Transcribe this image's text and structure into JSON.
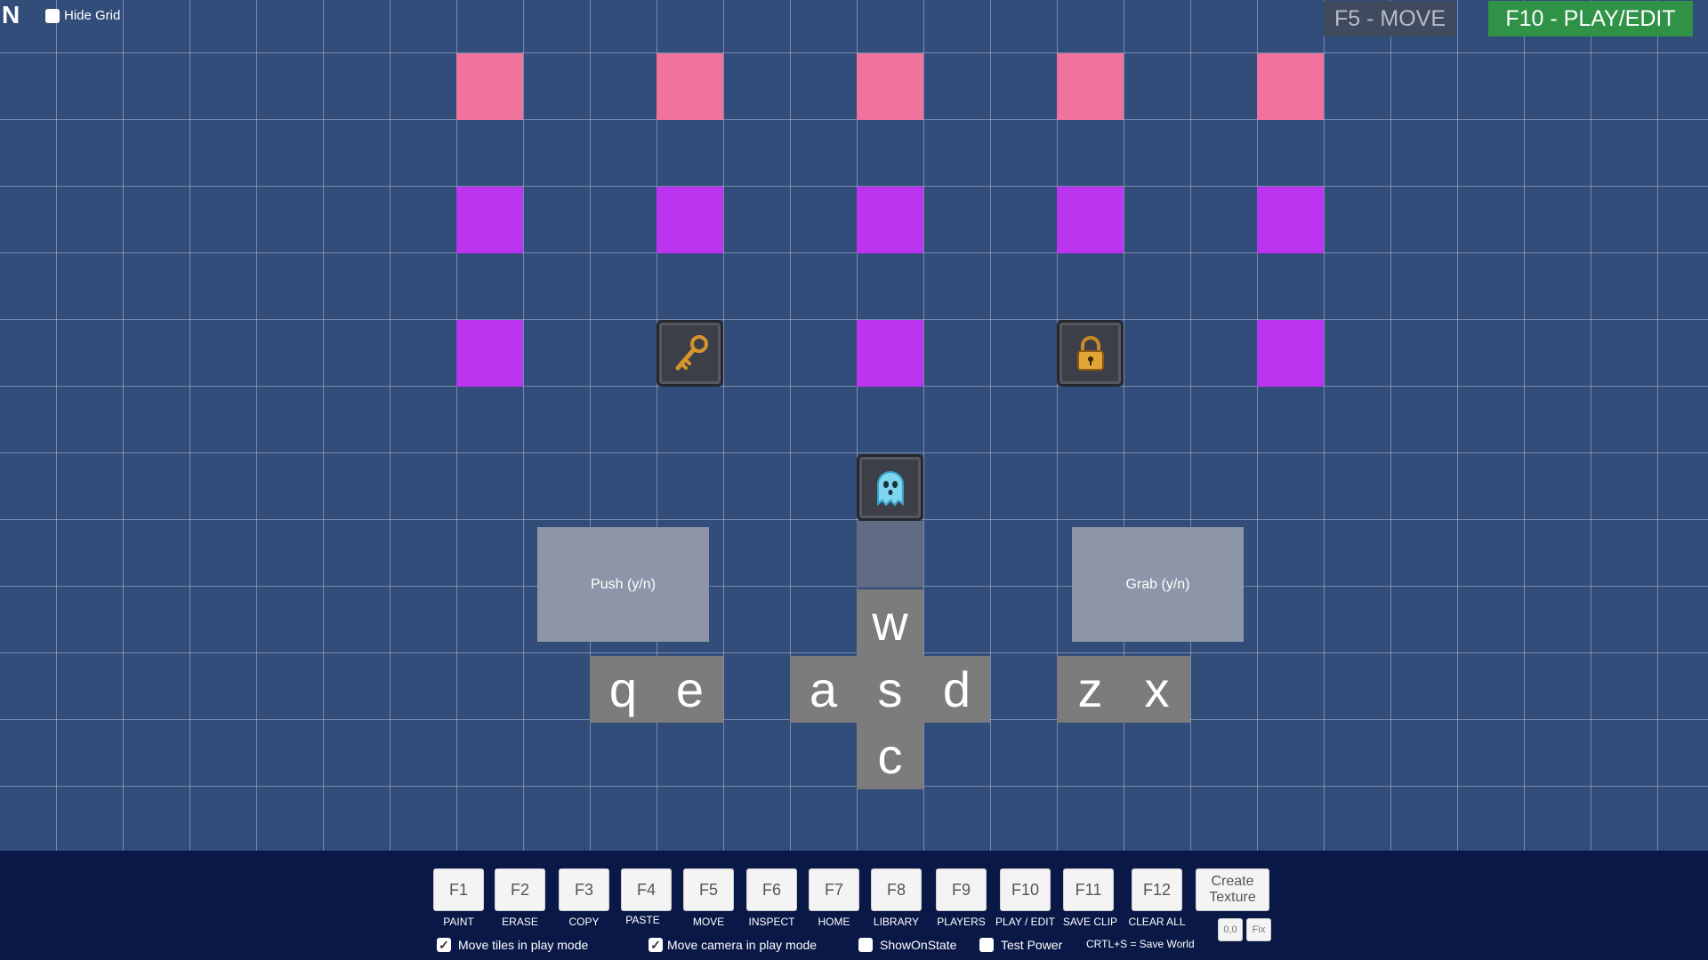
{
  "header": {
    "corner_label": "N",
    "hide_grid_label": "Hide Grid",
    "hide_grid_checked": false,
    "move_mode_label": "F5 - MOVE",
    "play_edit_label": "F10 - PLAY/EDIT"
  },
  "board": {
    "colors": {
      "pink": "#f0739d",
      "purple": "#bb34f0",
      "background": "#334d7b"
    },
    "tiles": [
      "key-icon",
      "lock-icon",
      "ghost-icon"
    ],
    "push_label": "Push (y/n)",
    "grab_label": "Grab (y/n)"
  },
  "controls": {
    "keys": {
      "w": "w",
      "a": "a",
      "s": "s",
      "d": "d",
      "c": "c",
      "q": "q",
      "e": "e",
      "z": "z",
      "x": "x"
    }
  },
  "toolbar": {
    "fkeys": [
      {
        "key": "F1",
        "label": "PAINT"
      },
      {
        "key": "F2",
        "label": "ERASE"
      },
      {
        "key": "F3",
        "label": "COPY"
      },
      {
        "key": "F4",
        "label": "PASTE"
      },
      {
        "key": "F5",
        "label": "MOVE"
      },
      {
        "key": "F6",
        "label": "INSPECT"
      },
      {
        "key": "F7",
        "label": "HOME"
      },
      {
        "key": "F8",
        "label": "LIBRARY"
      },
      {
        "key": "F9",
        "label": "PLAYERS"
      },
      {
        "key": "F10",
        "label": "PLAY / EDIT"
      },
      {
        "key": "F11",
        "label": "SAVE CLIP"
      },
      {
        "key": "F12",
        "label": "CLEAR ALL"
      }
    ],
    "create_texture_label": "Create Texture",
    "origin_label": "0,0",
    "fix_label": "Fix",
    "options": {
      "move_tiles": {
        "label": "Move tiles in play mode",
        "checked": true
      },
      "move_camera": {
        "label": "Move camera in play mode",
        "checked": true
      },
      "show_on_state": {
        "label": "ShowOnState",
        "checked": false
      },
      "test_power": {
        "label": "Test Power",
        "checked": false
      }
    },
    "save_hint": "CRTL+S = Save World"
  }
}
